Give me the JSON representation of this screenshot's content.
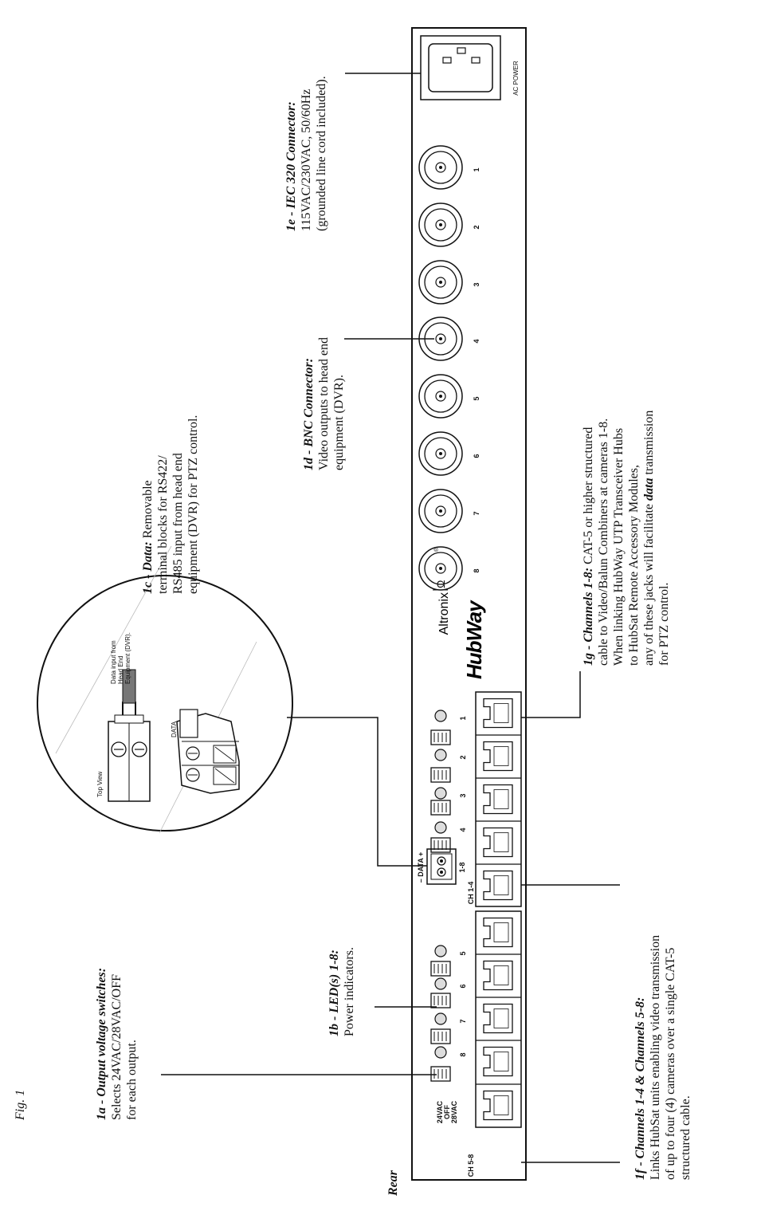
{
  "figure_label": "Fig. 1",
  "rear_label": "Rear",
  "panel": {
    "ac_power_label": "AC POWER",
    "brand": "Altronix",
    "brand_mark": "®",
    "product_logo": "HubWay",
    "bnc_numbers": [
      "1",
      "2",
      "3",
      "4",
      "5",
      "6",
      "7",
      "8"
    ],
    "port_numbers": [
      "1",
      "2",
      "3",
      "4",
      "5",
      "6",
      "7",
      "8"
    ],
    "ch_1_4_label": "CH 1-4",
    "ch_5_8_label": "CH 5-8",
    "data_label": "– DATA +",
    "data_sub_label": "1-8",
    "switch_legend": [
      "24VAC",
      "OFF",
      "28VAC"
    ]
  },
  "inset": {
    "top_view": "Top View",
    "data_tag": "DATA",
    "note_lines": [
      "Data input from",
      "Head End",
      "Equipment (DVR)."
    ]
  },
  "callouts": {
    "1a": {
      "title": "1a - Output voltage switches:",
      "lines": [
        "Selects 24VAC/28VAC/OFF",
        "for each output."
      ]
    },
    "1b": {
      "title": "1b - LED(s) 1-8:",
      "lines": [
        "Power indicators."
      ]
    },
    "1c": {
      "title": "1c - Data:",
      "title_tail": " Removable",
      "lines": [
        "terminal blocks for RS422/",
        "RS485 input from head end",
        "equipment (DVR) for PTZ control."
      ]
    },
    "1d": {
      "title": "1d - BNC Connector:",
      "lines": [
        "Video outputs to head end",
        "equipment (DVR)."
      ]
    },
    "1e": {
      "title": "1e - IEC 320 Connector:",
      "lines": [
        "115VAC/230VAC, 50/60Hz",
        "(grounded line cord included)."
      ]
    },
    "1f": {
      "title": "1f - Channels 1-4 & Channels 5-8:",
      "lines": [
        "Links HubSat units enabling video transmission",
        "of up to four (4) cameras over a single CAT-5",
        "structured cable."
      ]
    },
    "1g": {
      "title": "1g - Channels 1-8:",
      "title_tail": " CAT-5 or higher structured",
      "lines": [
        "cable to Video/Balun Combiners at cameras 1-8.",
        "When linking HubWay UTP Transceiver Hubs",
        "to HubSat Remote Accessory Modules,",
        "any of these jacks will facilitate ",
        "for PTZ control."
      ],
      "bold_word": "data",
      "bold_tail": " transmission"
    }
  },
  "colors": {
    "ink": "#111111",
    "fill_gray": "#dddddd",
    "paper": "#ffffff"
  }
}
